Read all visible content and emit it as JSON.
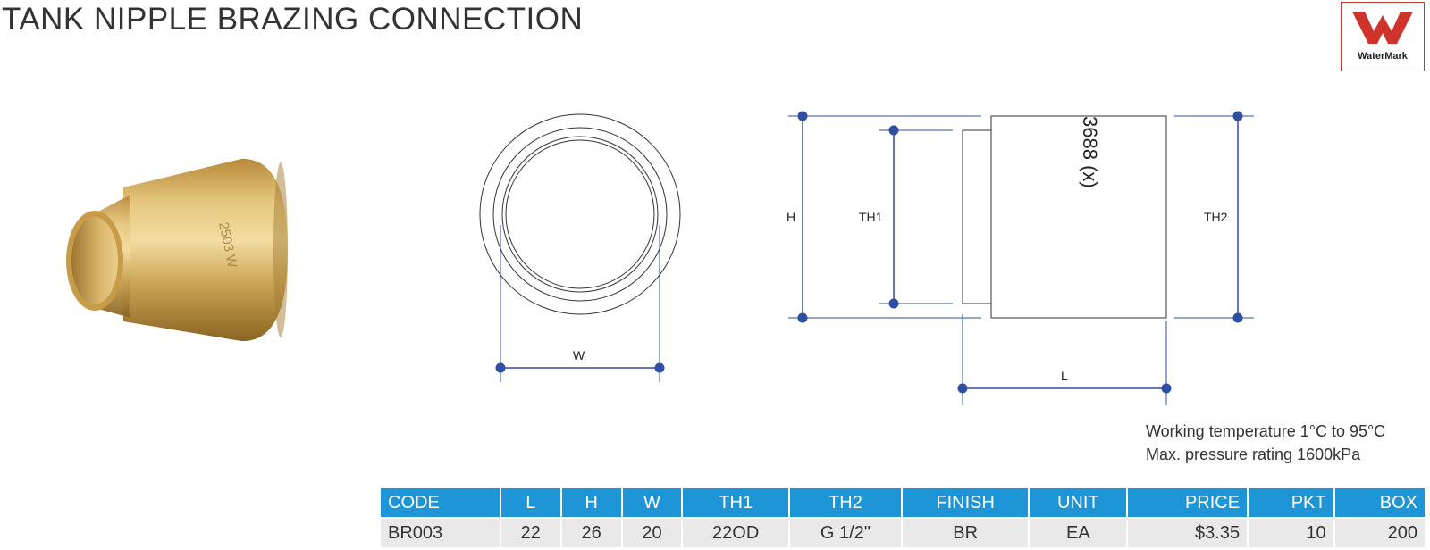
{
  "title": "TANK NIPPLE BRAZING CONNECTION",
  "logo": {
    "text": "WaterMark",
    "color": "#d0332a"
  },
  "photo": {
    "stamp": "2503 W"
  },
  "drawing": {
    "labels": {
      "w": "W",
      "h": "H",
      "th1": "TH1",
      "th2": "TH2",
      "l": "L"
    },
    "side_marking": "3688 (x)",
    "line_color": "#2e4fa3"
  },
  "specs": {
    "line1": "Working temperature 1°C to 95°C",
    "line2": "Max. pressure rating 1600kPa"
  },
  "table": {
    "header_color": "#1e95d6",
    "headers": [
      "CODE",
      "L",
      "H",
      "W",
      "TH1",
      "TH2",
      "FINISH",
      "UNIT",
      "PRICE",
      "PKT",
      "BOX"
    ],
    "rows": [
      [
        "BR003",
        "22",
        "26",
        "20",
        "22OD",
        "G 1/2\"",
        "BR",
        "EA",
        "$3.35",
        "10",
        "200"
      ]
    ]
  }
}
